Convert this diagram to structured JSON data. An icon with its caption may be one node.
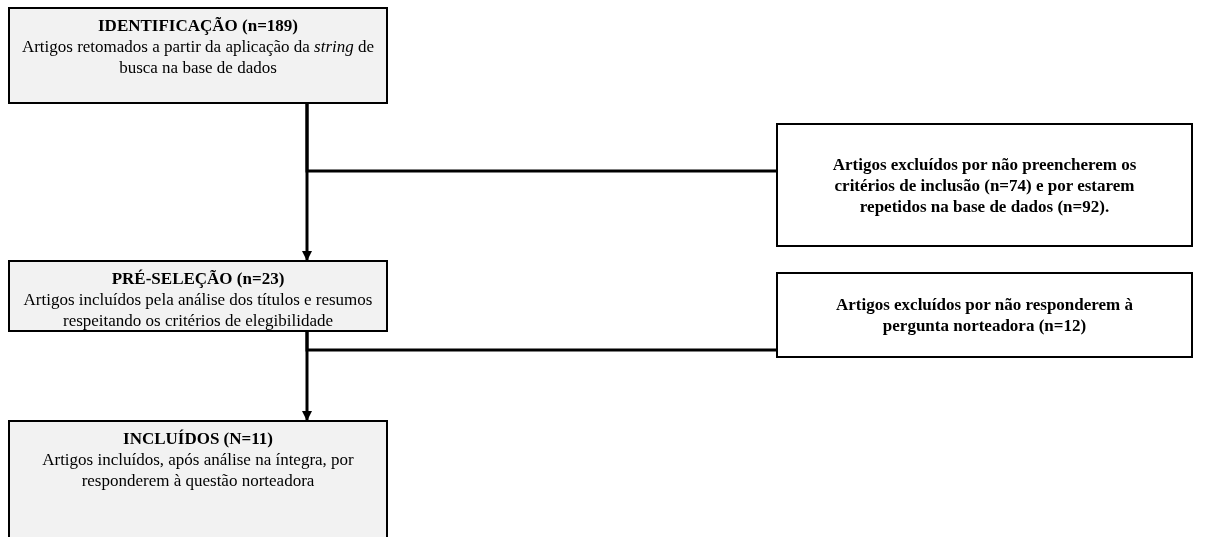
{
  "diagram": {
    "nodes": [
      {
        "text": [
          "IDENTIFICAÇÃO (n=189)",
          "Artigos retomados a partir da aplicação da *string* de busca na base de dados"
        ]
      },
      {
        "text": [
          "Artigos excluídos por não preencherem os critérios de inclusão (n=74) e por estarem repetidos na base de dados (n=92)."
        ]
      },
      {
        "text": [
          "PRÉ-SELEÇÃO (n=23)",
          "Artigos incluídos pela análise dos títulos e resumos respeitando os critérios de elegibilidade"
        ]
      },
      {
        "text": [
          "Artigos excluídos por não responderem à pergunta norteadora (n=12)"
        ]
      },
      {
        "text": [
          "INCLUÍDOS (N=11)",
          "Artigos incluídos, após análise na íntegra, por responderem à questão norteadora"
        ]
      }
    ],
    "edges": [
      {
        "from": 0,
        "to": 2,
        "arrow": "to"
      },
      {
        "from": 0,
        "to": 1,
        "arrow": "none"
      },
      {
        "from": 2,
        "to": 4,
        "arrow": "to"
      },
      {
        "from": 2,
        "to": 3,
        "arrow": "none"
      }
    ]
  }
}
